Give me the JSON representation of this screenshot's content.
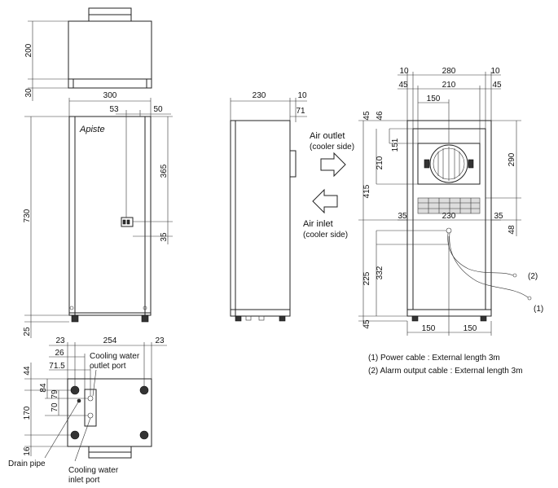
{
  "dims": {
    "top_200": "200",
    "top_30": "30",
    "front_300": "300",
    "front_53": "53",
    "front_50": "50",
    "front_365": "365",
    "front_730": "730",
    "front_35": "35",
    "front_25": "25",
    "side_230": "230",
    "side_10": "10",
    "side_71": "71",
    "rear_10a": "10",
    "rear_280": "280",
    "rear_10b": "10",
    "rear_45a": "45",
    "rear_210a": "210",
    "rear_45b": "45",
    "rear_150a": "150",
    "rear_45c": "45",
    "rear_46": "46",
    "rear_151": "151",
    "rear_210b": "210",
    "rear_290": "290",
    "rear_415": "415",
    "rear_35a": "35",
    "rear_230": "230",
    "rear_35b": "35",
    "rear_48": "48",
    "rear_332": "332",
    "rear_225": "225",
    "rear_45d": "45",
    "rear_150b": "150",
    "rear_150c": "150",
    "bot_23a": "23",
    "bot_254": "254",
    "bot_23b": "23",
    "bot_26": "26",
    "bot_71_5": "71.5",
    "bot_44": "44",
    "bot_84": "84",
    "bot_79": "79",
    "bot_70": "70",
    "bot_170": "170",
    "bot_16": "16"
  },
  "labels": {
    "brand": "Apiste",
    "air_outlet": "Air outlet",
    "air_outlet_sub": "(cooler side)",
    "air_inlet": "Air inlet",
    "air_inlet_sub": "(cooler side)",
    "cable_1_tag": "(1)",
    "cable_2_tag": "(2)",
    "cooling_outlet_1": "Cooling water",
    "cooling_outlet_2": "outlet port",
    "cooling_inlet_1": "Cooling water",
    "cooling_inlet_2": "inlet port",
    "drain_pipe": "Drain pipe"
  },
  "notes": [
    "(1) Power cable : External length 3m",
    "(2) Alarm output cable : External length 3m"
  ]
}
